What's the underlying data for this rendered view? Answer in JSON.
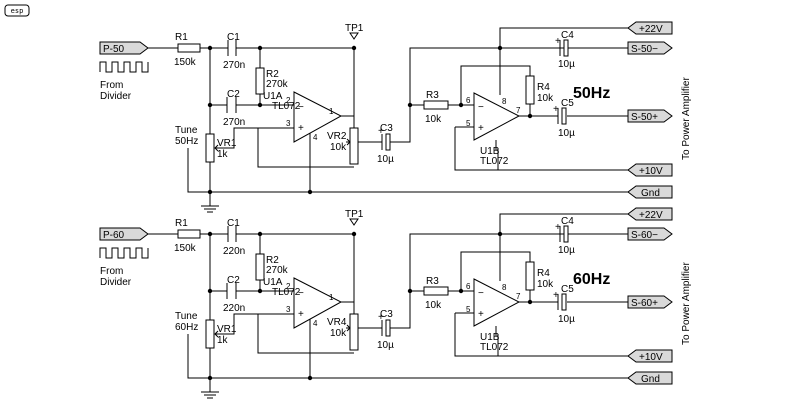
{
  "logo": "esp",
  "side_label": "To Power Amplifier",
  "sections": [
    {
      "input_flag": "P-50",
      "source_label": [
        "From",
        "Divider"
      ],
      "r1": {
        "name": "R1",
        "value": "150k"
      },
      "c1": {
        "name": "C1",
        "value": "270n"
      },
      "c2": {
        "name": "C2",
        "value": "270n"
      },
      "r2": {
        "name": "R2",
        "value": "270k"
      },
      "opamp_a": {
        "name": "U1A",
        "part": "TL072"
      },
      "tune": [
        "Tune",
        "50Hz"
      ],
      "vr1": {
        "name": "VR1",
        "value": "1k"
      },
      "vr2": {
        "name": "VR2",
        "value": "10k"
      },
      "testpoint": "TP1",
      "c3": {
        "name": "C3",
        "value": "10µ"
      },
      "r3": {
        "name": "R3",
        "value": "10k"
      },
      "r4": {
        "name": "R4",
        "value": "10k"
      },
      "opamp_b": {
        "name": "U1B",
        "part": "TL072"
      },
      "c4": {
        "name": "C4",
        "value": "10µ"
      },
      "c5": {
        "name": "C5",
        "value": "10µ"
      },
      "freq": "50Hz",
      "rails": {
        "v22": "+22V",
        "s_neg": "S-50−",
        "s_pos": "S-50+",
        "v10": "+10V",
        "gnd": "Gnd"
      }
    },
    {
      "input_flag": "P-60",
      "source_label": [
        "From",
        "Divider"
      ],
      "r1": {
        "name": "R1",
        "value": "150k"
      },
      "c1": {
        "name": "C1",
        "value": "220n"
      },
      "c2": {
        "name": "C2",
        "value": "220n"
      },
      "r2": {
        "name": "R2",
        "value": "270k"
      },
      "opamp_a": {
        "name": "U1A",
        "part": "TL072"
      },
      "tune": [
        "Tune",
        "60Hz"
      ],
      "vr1": {
        "name": "VR1",
        "value": "1k"
      },
      "vr2": {
        "name": "VR4",
        "value": "10k"
      },
      "testpoint": "TP1",
      "c3": {
        "name": "C3",
        "value": "10µ"
      },
      "r3": {
        "name": "R3",
        "value": "10k"
      },
      "r4": {
        "name": "R4",
        "value": "10k"
      },
      "opamp_b": {
        "name": "U1B",
        "part": "TL072"
      },
      "c4": {
        "name": "C4",
        "value": "10µ"
      },
      "c5": {
        "name": "C5",
        "value": "10µ"
      },
      "freq": "60Hz",
      "rails": {
        "v22": "+22V",
        "s_neg": "S-60−",
        "s_pos": "S-60+",
        "v10": "+10V",
        "gnd": "Gnd"
      }
    }
  ],
  "pins": {
    "inv": "2",
    "noninv": "3",
    "out_a": "1",
    "vminus": "4",
    "inv_b": "6",
    "noninv_b": "5",
    "out_b": "7",
    "vplus": "8"
  },
  "signs": {
    "minus": "−",
    "plus": "+"
  }
}
